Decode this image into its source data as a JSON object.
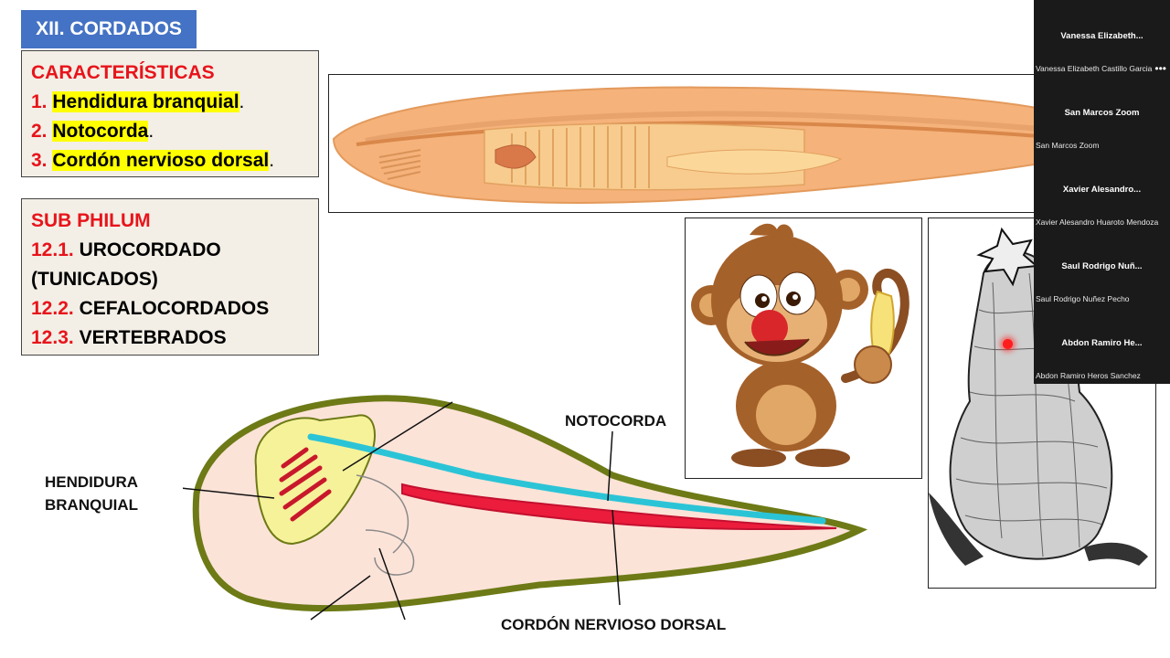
{
  "slide": {
    "title": "XII. CORDADOS",
    "characteristics": {
      "heading": "CARACTERÍSTICAS",
      "items": [
        {
          "num": "1.",
          "text": "Hendidura branquial",
          "end": "."
        },
        {
          "num": "2.",
          "text": "Notocorda",
          "end": "."
        },
        {
          "num": "3.",
          "text": "Cordón nervioso dorsal",
          "end": "."
        }
      ]
    },
    "subphylum": {
      "heading": "SUB PHILUM",
      "items": [
        {
          "num": "12.1.",
          "text": "UROCORDADO"
        },
        {
          "num": "",
          "text": "(TUNICADOS)"
        },
        {
          "num": "12.2.",
          "text": "CEFALOCORDADOS"
        },
        {
          "num": "12.3.",
          "text": "VERTEBRADOS"
        }
      ]
    },
    "diagram": {
      "label_gill": "HENDIDURA BRANQUIAL",
      "label_gill_line1": "HENDIDURA",
      "label_gill_line2": "BRANQUIAL",
      "label_notochord": "NOTOCORDA",
      "label_nerve": "CORDÓN NERVIOSO DORSAL"
    },
    "colors": {
      "title_bg": "#4472c4",
      "accent_red": "#e8141b",
      "highlight": "#ffff00",
      "box_bg": "#f3efe6"
    }
  },
  "participants": [
    {
      "short": "Vanessa  Elizabeth...",
      "full": "Vanessa Elizabeth Castillo Garcia",
      "more": true
    },
    {
      "short": "San Marcos Zoom",
      "full": "San Marcos Zoom",
      "more": false
    },
    {
      "short": "Xavier  Alesandro...",
      "full": "Xavier Alesandro Huaroto Mendoza",
      "more": false
    },
    {
      "short": "Saul Rodrigo Nuñ...",
      "full": "Saul Rodrigo Nuñez Pecho",
      "more": false
    },
    {
      "short": "Abdon Ramiro He...",
      "full": "Abdon Ramiro Heros Sanchez",
      "more": false
    }
  ],
  "icons": [
    "more-options-icon",
    "laser-pointer-icon"
  ]
}
